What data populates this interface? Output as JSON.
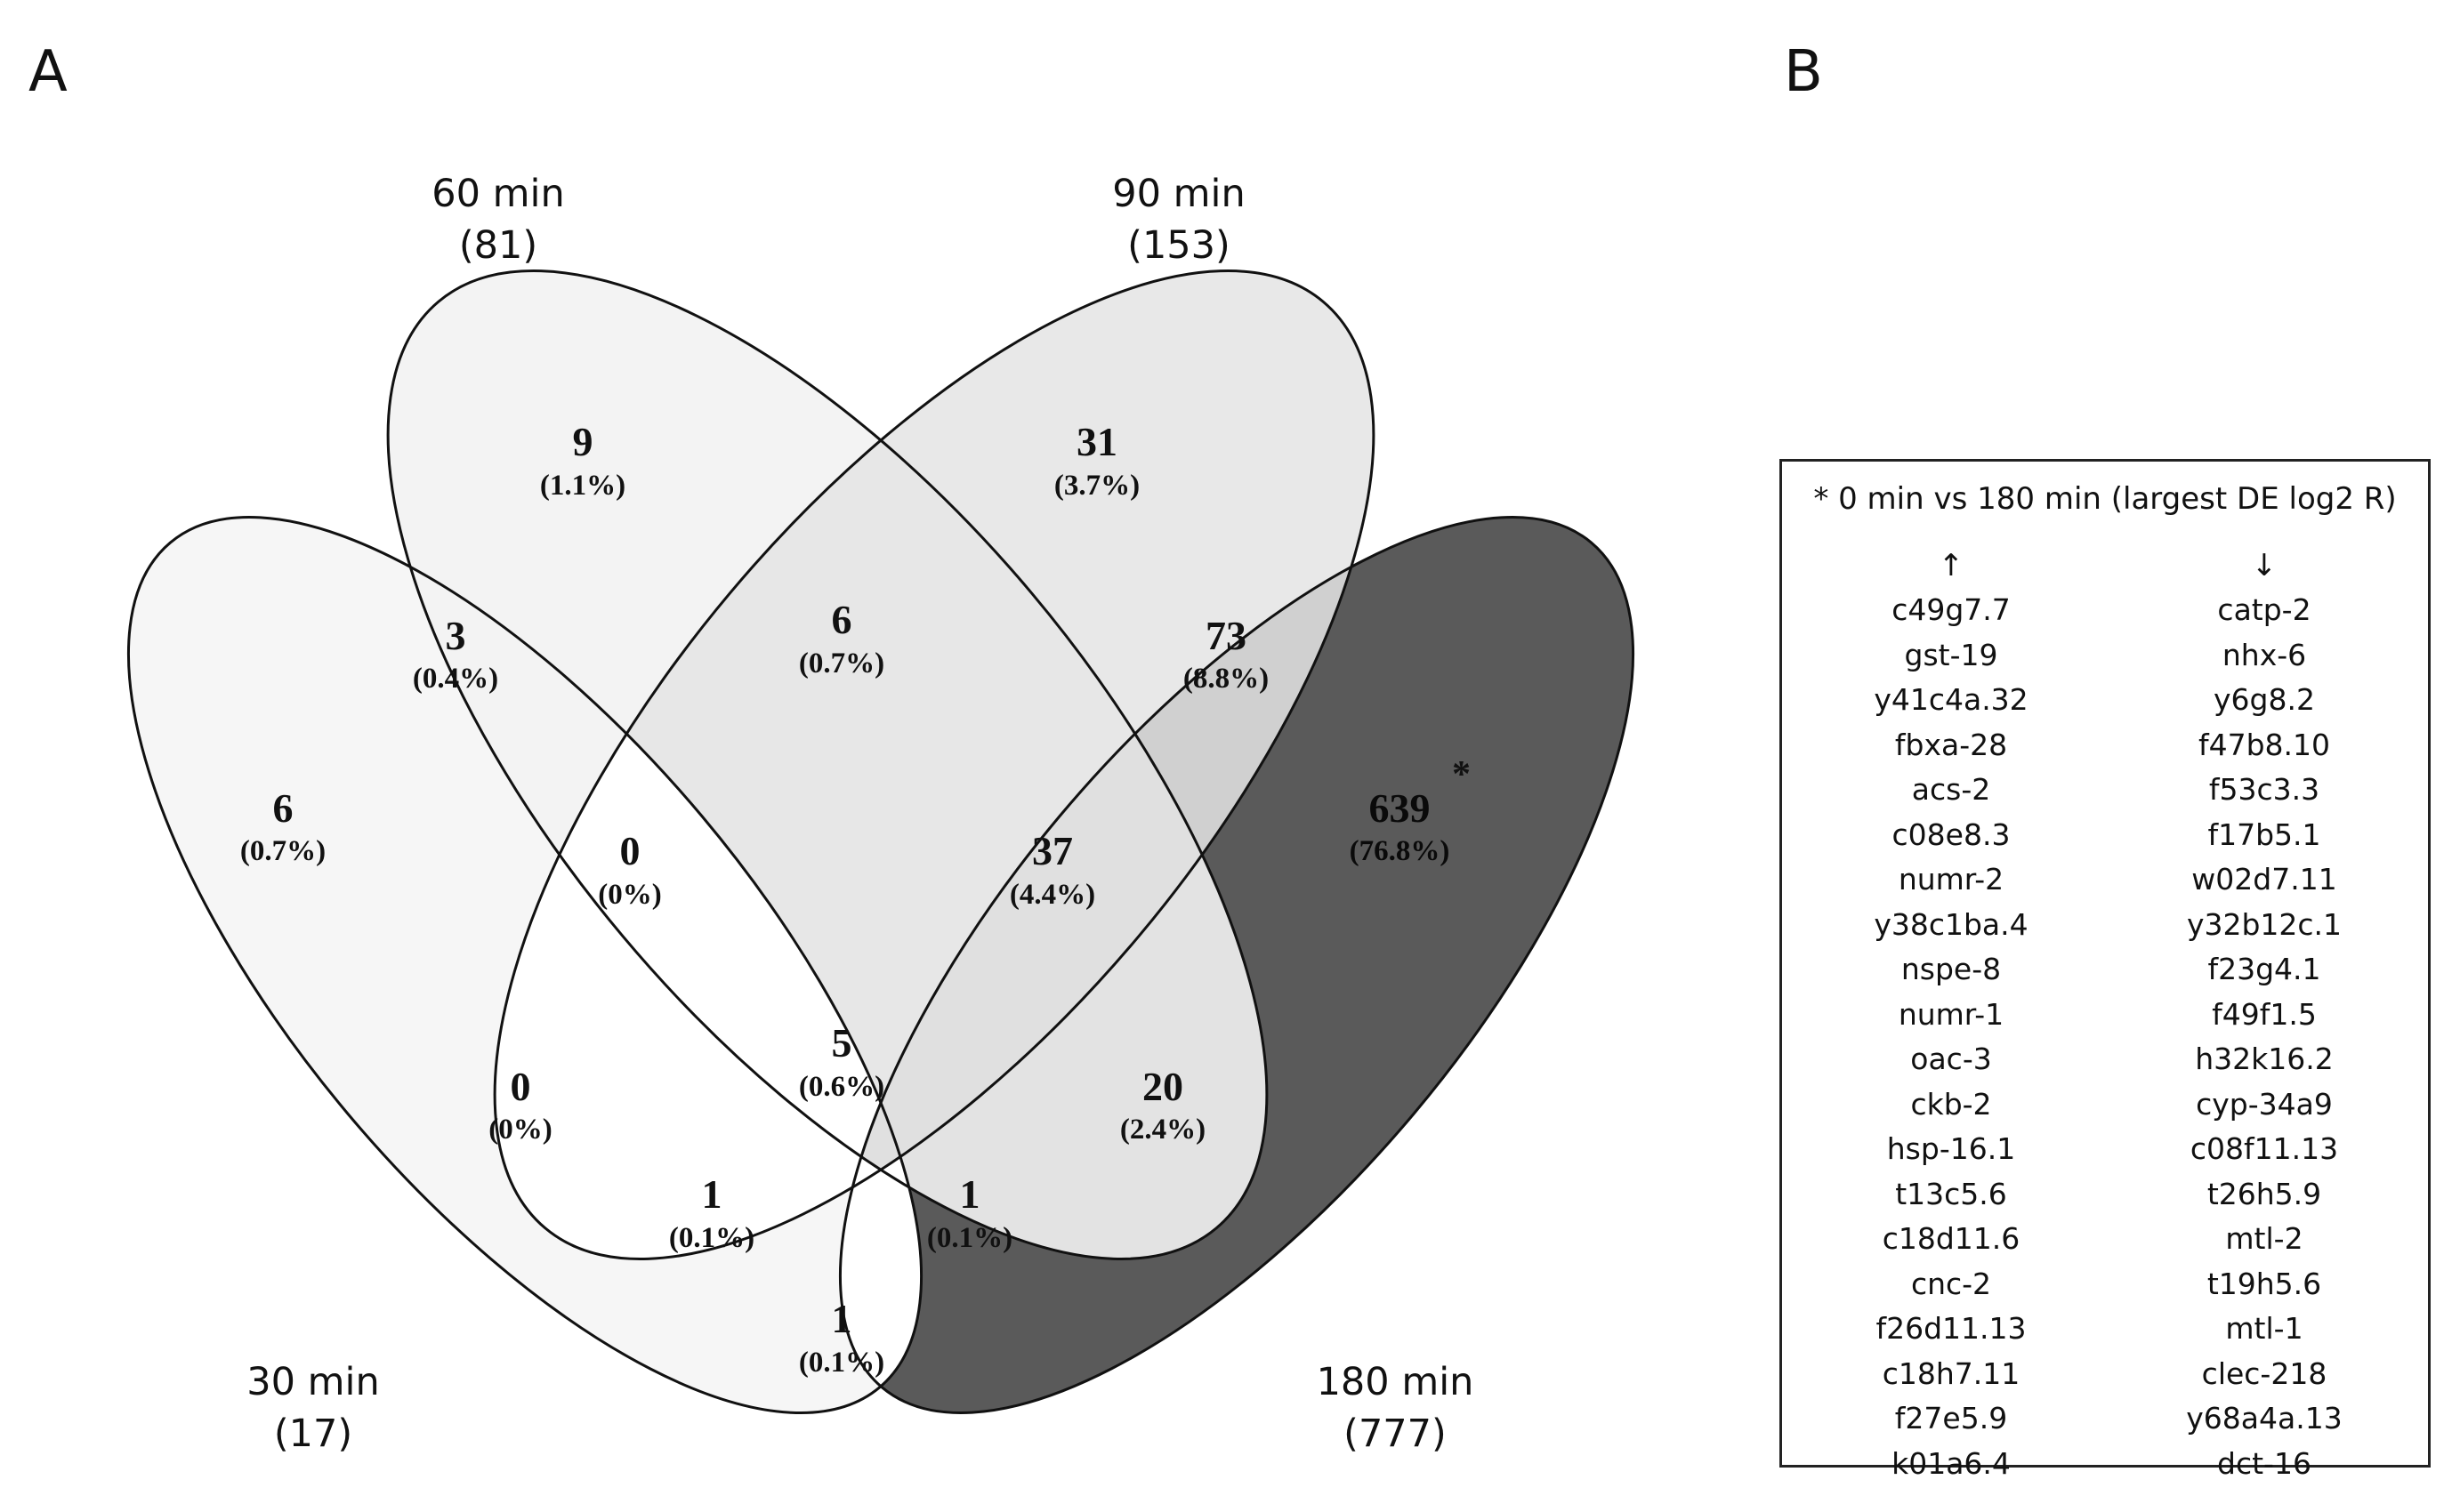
{
  "panels": {
    "a": "A",
    "b": "B"
  },
  "colors": {
    "outline": "#111111",
    "fill_30": "#f6f6f6",
    "fill_60": "#f2f2f2",
    "fill_90": "#e6e6e6",
    "fill_180": "#5a5a5a",
    "fill_90_180": "#d0d0d0",
    "fill_60_90_180": "#e0e0e0",
    "fill_60_90_180_b": "#e3e3e3",
    "white": "#ffffff"
  },
  "venn": {
    "sets": [
      {
        "name": "30 min",
        "count": "(17)"
      },
      {
        "name": "60 min",
        "count": "(81)"
      },
      {
        "name": "90 min",
        "count": "(153)"
      },
      {
        "name": "180 min",
        "count": "(777)"
      }
    ],
    "regions": {
      "only60": {
        "count": "9",
        "pct": "(1.1%)"
      },
      "only90": {
        "count": "31",
        "pct": "(3.7%)"
      },
      "r30_60": {
        "count": "3",
        "pct": "(0.4%)"
      },
      "r60_90": {
        "count": "6",
        "pct": "(0.7%)"
      },
      "r90_180": {
        "count": "73",
        "pct": "(8.8%)"
      },
      "only30": {
        "count": "6",
        "pct": "(0.7%)"
      },
      "r30_60_90": {
        "count": "0",
        "pct": "(0%)"
      },
      "r60_90_180": {
        "count": "37",
        "pct": "(4.4%)"
      },
      "only180": {
        "count": "639",
        "pct": "(76.8%)",
        "marker": "*"
      },
      "r30_90": {
        "count": "0",
        "pct": "(0%)"
      },
      "r_all": {
        "count": "5",
        "pct": "(0.6%)"
      },
      "r60_180": {
        "count": "20",
        "pct": "(2.4%)"
      },
      "r30_90_180": {
        "count": "1",
        "pct": "(0.1%)"
      },
      "r30_60_180": {
        "count": "1",
        "pct": "(0.1%)"
      },
      "r30_180": {
        "count": "1",
        "pct": "(0.1%)"
      }
    }
  },
  "gene_table": {
    "title": "* 0 min vs 180 min (largest DE log2 R)",
    "up_symbol": "↑",
    "down_symbol": "↓",
    "up": [
      "c49g7.7",
      "gst-19",
      "y41c4a.32",
      "fbxa-28",
      "acs-2",
      "c08e8.3",
      "numr-2",
      "y38c1ba.4",
      "nspe-8",
      "numr-1",
      "oac-3",
      "ckb-2",
      "hsp-16.1",
      "t13c5.6",
      "c18d11.6",
      "cnc-2",
      "f26d11.13",
      "c18h7.11",
      "f27e5.9",
      "k01a6.4"
    ],
    "down": [
      "catp-2",
      "nhx-6",
      "y6g8.2",
      "f47b8.10",
      "f53c3.3",
      "f17b5.1",
      "w02d7.11",
      "y32b12c.1",
      "f23g4.1",
      "f49f1.5",
      "h32k16.2",
      "cyp-34a9",
      "c08f11.13",
      "t26h5.9",
      "mtl-2",
      "t19h5.6",
      "mtl-1",
      "clec-218",
      "y68a4a.13",
      "dct-16"
    ]
  }
}
